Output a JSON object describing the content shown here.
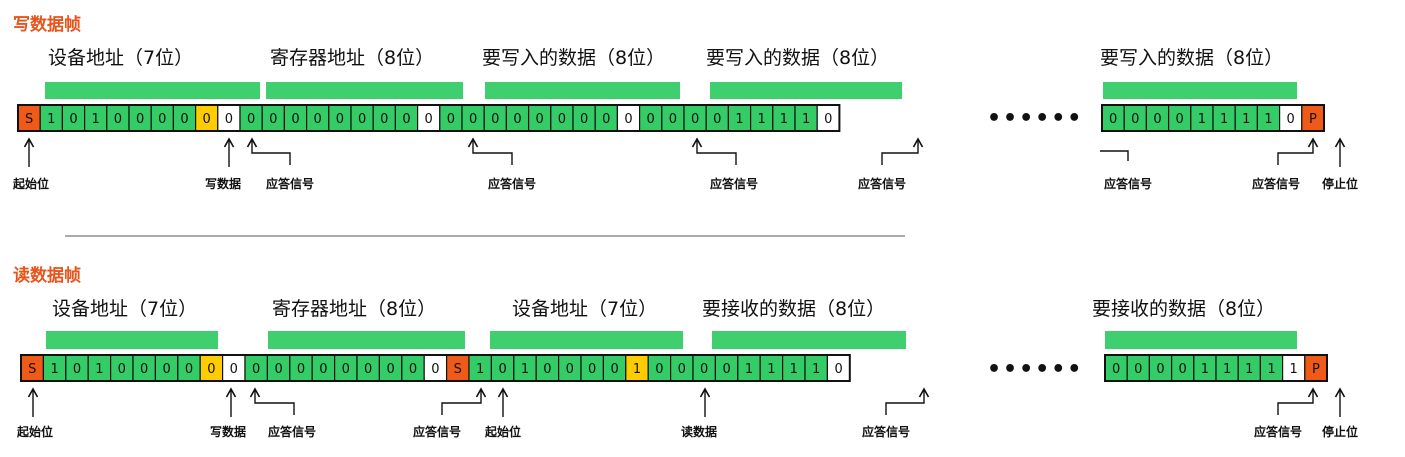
{
  "colors": {
    "green": "#3fcf6e",
    "data_green": "#33cc66",
    "yellow": "#ffcc00",
    "red": "#f05a19",
    "title": "#e8541b",
    "border": "#111111"
  },
  "write_frame": {
    "title": "写数据帧",
    "labels": [
      "设备地址（7位）",
      "寄存器地址（8位）",
      "要写入的数据（8位）",
      "要写入的数据（8位）",
      "要写入的数据（8位）"
    ],
    "groups": [
      {
        "bits": [
          {
            "v": "S",
            "c": "red"
          },
          {
            "v": "1",
            "c": "green"
          },
          {
            "v": "0",
            "c": "green"
          },
          {
            "v": "1",
            "c": "green"
          },
          {
            "v": "0",
            "c": "green"
          },
          {
            "v": "0",
            "c": "green"
          },
          {
            "v": "0",
            "c": "green"
          },
          {
            "v": "0",
            "c": "green"
          },
          {
            "v": "0",
            "c": "yellow"
          },
          {
            "v": "0",
            "c": "white"
          },
          {
            "v": "0",
            "c": "green"
          },
          {
            "v": "0",
            "c": "green"
          },
          {
            "v": "0",
            "c": "green"
          },
          {
            "v": "0",
            "c": "green"
          },
          {
            "v": "0",
            "c": "green"
          },
          {
            "v": "0",
            "c": "green"
          },
          {
            "v": "0",
            "c": "green"
          },
          {
            "v": "0",
            "c": "green"
          },
          {
            "v": "0",
            "c": "white"
          },
          {
            "v": "0",
            "c": "green"
          },
          {
            "v": "0",
            "c": "green"
          },
          {
            "v": "0",
            "c": "green"
          },
          {
            "v": "0",
            "c": "green"
          },
          {
            "v": "0",
            "c": "green"
          },
          {
            "v": "0",
            "c": "green"
          },
          {
            "v": "0",
            "c": "green"
          },
          {
            "v": "0",
            "c": "green"
          },
          {
            "v": "0",
            "c": "white"
          },
          {
            "v": "0",
            "c": "green"
          },
          {
            "v": "0",
            "c": "green"
          },
          {
            "v": "0",
            "c": "green"
          },
          {
            "v": "0",
            "c": "green"
          },
          {
            "v": "1",
            "c": "green"
          },
          {
            "v": "1",
            "c": "green"
          },
          {
            "v": "1",
            "c": "green"
          },
          {
            "v": "1",
            "c": "green"
          },
          {
            "v": "0",
            "c": "white"
          }
        ]
      },
      {
        "bits": [
          {
            "v": "0",
            "c": "green"
          },
          {
            "v": "0",
            "c": "green"
          },
          {
            "v": "0",
            "c": "green"
          },
          {
            "v": "0",
            "c": "green"
          },
          {
            "v": "1",
            "c": "green"
          },
          {
            "v": "1",
            "c": "green"
          },
          {
            "v": "1",
            "c": "green"
          },
          {
            "v": "1",
            "c": "green"
          },
          {
            "v": "0",
            "c": "white"
          },
          {
            "v": "P",
            "c": "red"
          }
        ]
      }
    ],
    "annotations": [
      "起始位",
      "写数据",
      "应答信号",
      "应答信号",
      "应答信号",
      "应答信号",
      "应答信号",
      "应答信号",
      "停止位"
    ]
  },
  "read_frame": {
    "title": "读数据帧",
    "labels": [
      "设备地址（7位）",
      "寄存器地址（8位）",
      "设备地址（7位）",
      "要接收的数据（8位）",
      "要接收的数据（8位）"
    ],
    "groups": [
      {
        "bits": [
          {
            "v": "S",
            "c": "red"
          },
          {
            "v": "1",
            "c": "green"
          },
          {
            "v": "0",
            "c": "green"
          },
          {
            "v": "1",
            "c": "green"
          },
          {
            "v": "0",
            "c": "green"
          },
          {
            "v": "0",
            "c": "green"
          },
          {
            "v": "0",
            "c": "green"
          },
          {
            "v": "0",
            "c": "green"
          },
          {
            "v": "0",
            "c": "yellow"
          },
          {
            "v": "0",
            "c": "white"
          },
          {
            "v": "0",
            "c": "green"
          },
          {
            "v": "0",
            "c": "green"
          },
          {
            "v": "0",
            "c": "green"
          },
          {
            "v": "0",
            "c": "green"
          },
          {
            "v": "0",
            "c": "green"
          },
          {
            "v": "0",
            "c": "green"
          },
          {
            "v": "0",
            "c": "green"
          },
          {
            "v": "0",
            "c": "green"
          },
          {
            "v": "0",
            "c": "white"
          },
          {
            "v": "S",
            "c": "red"
          },
          {
            "v": "1",
            "c": "green"
          },
          {
            "v": "0",
            "c": "green"
          },
          {
            "v": "1",
            "c": "green"
          },
          {
            "v": "0",
            "c": "green"
          },
          {
            "v": "0",
            "c": "green"
          },
          {
            "v": "0",
            "c": "green"
          },
          {
            "v": "0",
            "c": "green"
          },
          {
            "v": "1",
            "c": "yellow"
          },
          {
            "v": "0",
            "c": "green"
          },
          {
            "v": "0",
            "c": "green"
          },
          {
            "v": "0",
            "c": "green"
          },
          {
            "v": "0",
            "c": "green"
          },
          {
            "v": "1",
            "c": "green"
          },
          {
            "v": "1",
            "c": "green"
          },
          {
            "v": "1",
            "c": "green"
          },
          {
            "v": "1",
            "c": "green"
          },
          {
            "v": "0",
            "c": "white"
          }
        ]
      },
      {
        "bits": [
          {
            "v": "0",
            "c": "green"
          },
          {
            "v": "0",
            "c": "green"
          },
          {
            "v": "0",
            "c": "green"
          },
          {
            "v": "0",
            "c": "green"
          },
          {
            "v": "1",
            "c": "green"
          },
          {
            "v": "1",
            "c": "green"
          },
          {
            "v": "1",
            "c": "green"
          },
          {
            "v": "1",
            "c": "green"
          },
          {
            "v": "1",
            "c": "white"
          },
          {
            "v": "P",
            "c": "red"
          }
        ]
      }
    ],
    "annotations": [
      "起始位",
      "写数据",
      "应答信号",
      "应答信号",
      "起始位",
      "读数据",
      "应答信号",
      "应答信号",
      "停止位"
    ]
  },
  "ellipsis": "••••••"
}
